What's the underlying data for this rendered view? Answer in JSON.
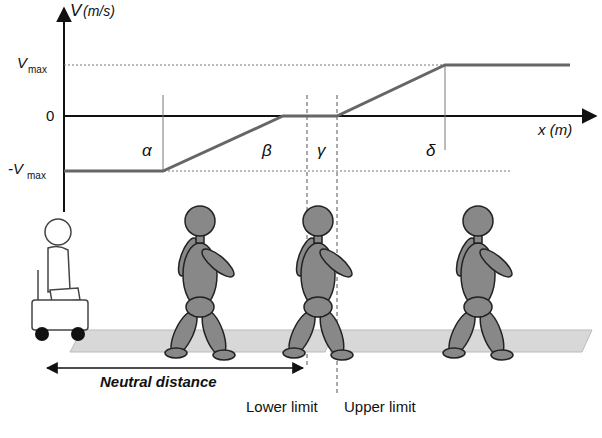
{
  "diagram": {
    "labels": [
      "V",
      "(m/s)",
      "V",
      "max",
      "0",
      "-V",
      "max",
      "x (m)",
      "α",
      "β",
      "γ",
      "δ",
      "Neutral distance",
      "Lower limit",
      "Upper limit"
    ]
  }
}
